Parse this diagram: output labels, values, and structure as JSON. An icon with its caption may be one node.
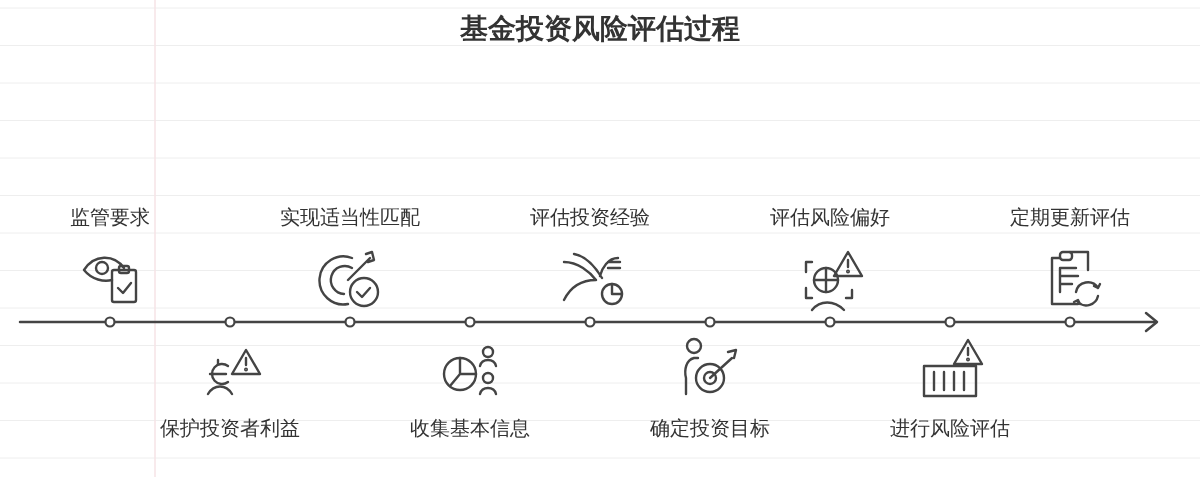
{
  "diagram": {
    "title": "基金投资风险评估过程",
    "nodes": [
      {
        "text": [
          "监管要求"
        ]
      },
      {
        "text": [
          "保护投资者利益"
        ]
      },
      {
        "text": [
          "实现适当性匹配"
        ]
      },
      {
        "text": [
          "收集基本信息"
        ]
      },
      {
        "text": [
          "评估投资经验"
        ]
      },
      {
        "text": [
          "确定投资目标"
        ]
      },
      {
        "text": [
          "评估风险偏好"
        ]
      },
      {
        "text": [
          "进行风险评估"
        ]
      },
      {
        "text": [
          "定期更新评估"
        ]
      }
    ]
  }
}
